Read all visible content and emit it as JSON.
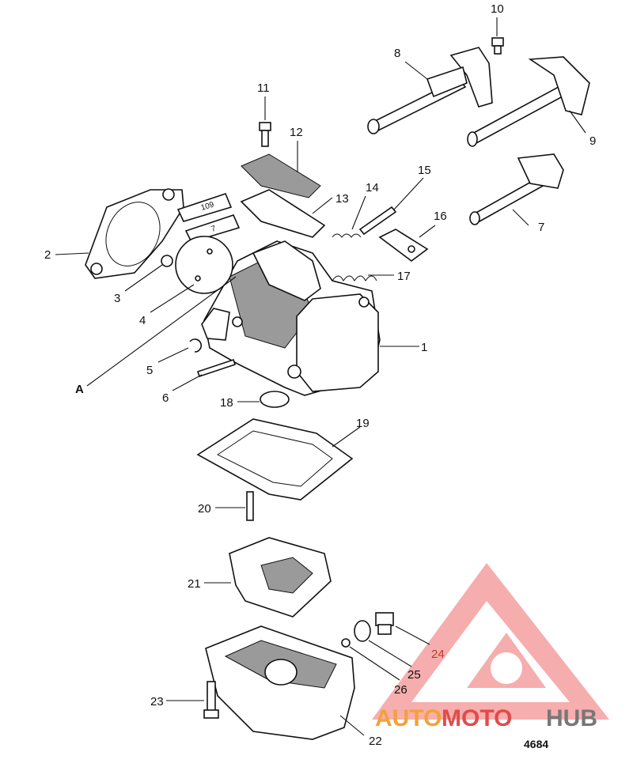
{
  "diagram": {
    "figure_number": "4684",
    "section_marker": "A",
    "callouts": [
      "1",
      "2",
      "3",
      "4",
      "5",
      "6",
      "7",
      "8",
      "9",
      "10",
      "11",
      "12",
      "13",
      "14",
      "15",
      "16",
      "17",
      "18",
      "19",
      "20",
      "21",
      "22",
      "23",
      "24",
      "25",
      "26"
    ],
    "tube_labels": [
      "109",
      "7"
    ]
  },
  "watermark": {
    "text_part1": "AUTO",
    "text_part2": "MOTO",
    "text_part3": "HUB",
    "color_primary": "#f2a23a",
    "color_secondary": "#e24b4b",
    "color_tertiary": "#777777"
  }
}
